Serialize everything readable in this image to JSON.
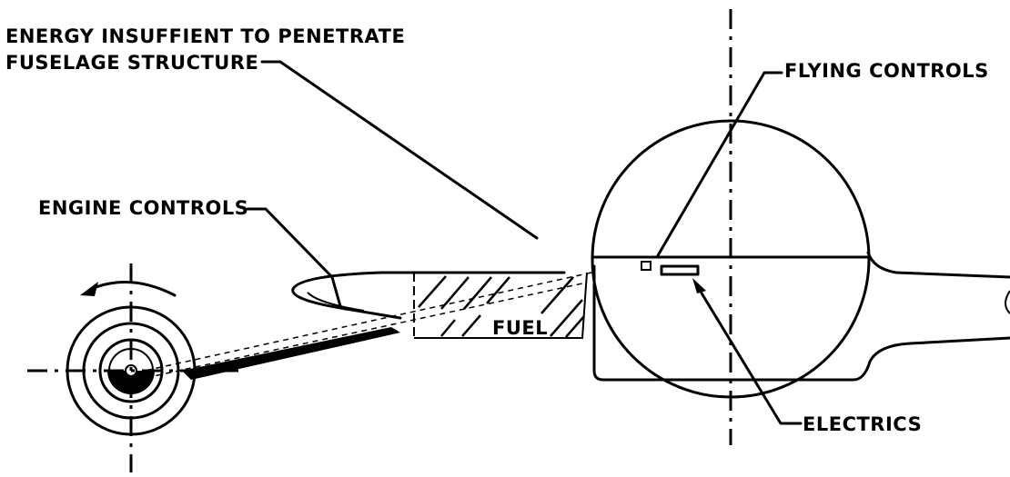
{
  "labels": {
    "energy_line1": "ENERGY INSUFFIENT TO PENETRATE",
    "energy_line2": "FUSELAGE STRUCTURE",
    "flying_controls": "FLYING CONTROLS",
    "engine_controls": "ENGINE CONTROLS",
    "fuel": "FUEL",
    "electrics": "ELECTRICS"
  }
}
